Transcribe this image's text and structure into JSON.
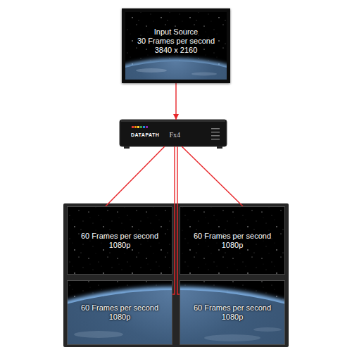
{
  "diagram": {
    "nodes": [
      {
        "text": [
          "Input Source",
          "30 Frames per second",
          "3840 x 2160"
        ]
      },
      {
        "text": [
          "DATAPATH",
          "Fx4"
        ]
      },
      {
        "text": [
          "60 Frames per second",
          "1080p"
        ]
      },
      {
        "text": [
          "60 Frames per second",
          "1080p"
        ]
      },
      {
        "text": [
          "60 Frames per second",
          "1080p"
        ]
      },
      {
        "text": [
          "60 Frames per second",
          "1080p"
        ]
      }
    ],
    "edges": [
      {
        "from": 0,
        "to": 1,
        "arrow": "to"
      },
      {
        "from": 1,
        "to": 2,
        "arrow": "none"
      },
      {
        "from": 1,
        "to": 3,
        "arrow": "none"
      },
      {
        "from": 1,
        "to": 4,
        "arrow": "none"
      },
      {
        "from": 1,
        "to": 5,
        "arrow": "none"
      }
    ]
  }
}
